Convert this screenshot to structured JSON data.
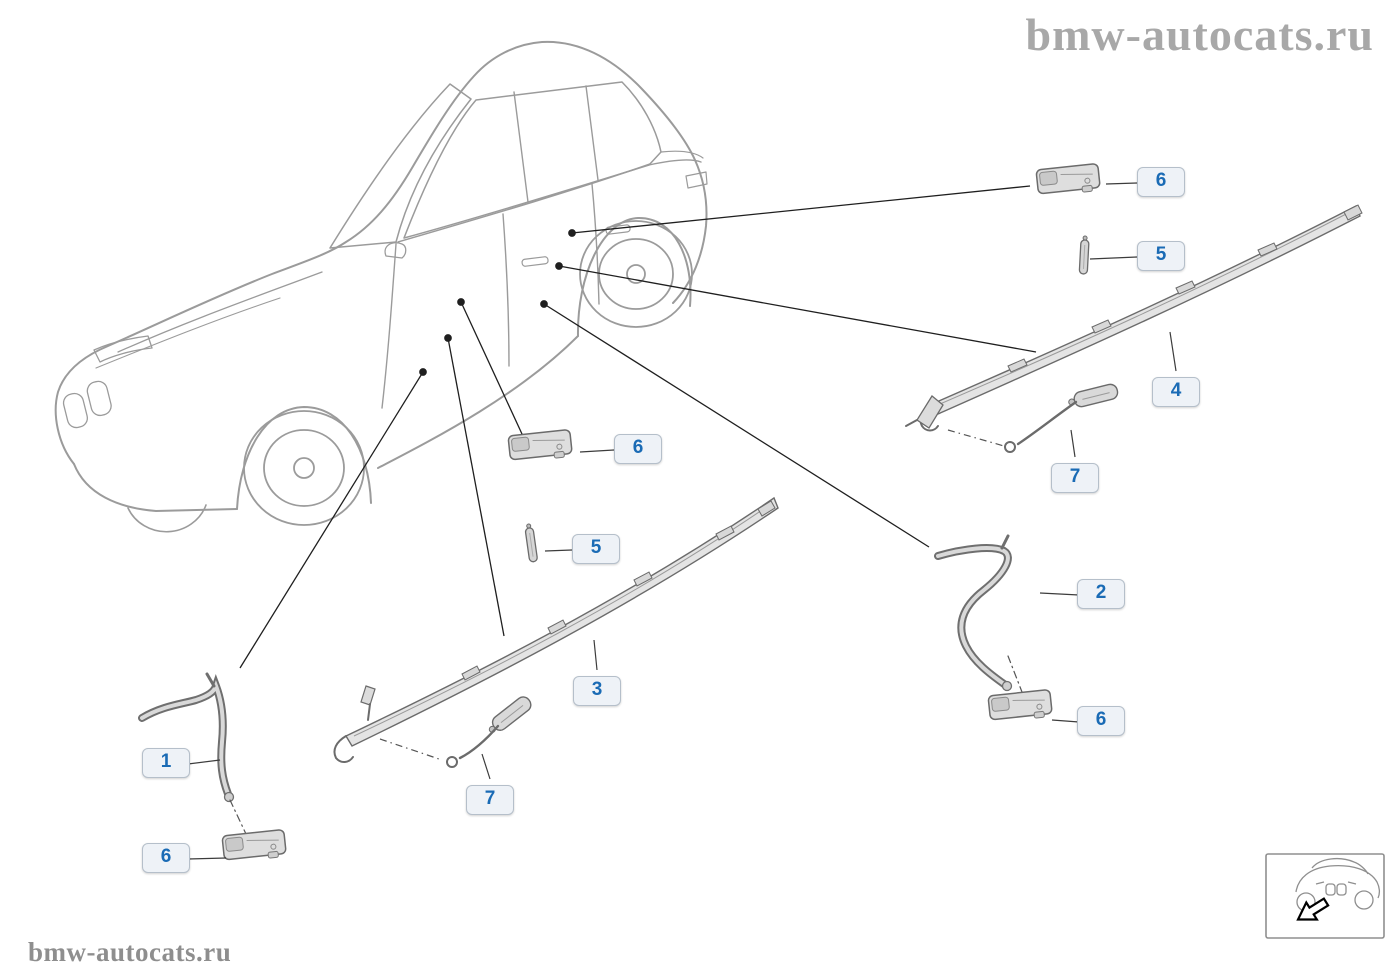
{
  "page": {
    "watermark_top": "bmw-autocats.ru",
    "watermark_bottom": "bmw-autocats.ru"
  },
  "callouts": [
    {
      "key": "part-1",
      "num": "1"
    },
    {
      "key": "part-6-bottom-left",
      "num": "6"
    },
    {
      "key": "part-7-bottom",
      "num": "7"
    },
    {
      "key": "part-3",
      "num": "3"
    },
    {
      "key": "part-5-middle",
      "num": "5"
    },
    {
      "key": "part-6-middle",
      "num": "6"
    },
    {
      "key": "part-2",
      "num": "2"
    },
    {
      "key": "part-6-bottom-right",
      "num": "6"
    },
    {
      "key": "part-4",
      "num": "4"
    },
    {
      "key": "part-7-right",
      "num": "7"
    },
    {
      "key": "part-5-top-right",
      "num": "5"
    },
    {
      "key": "part-6-top-right",
      "num": "6"
    }
  ],
  "colors": {
    "callout_text": "#1a6bb5",
    "callout_bg": "#eef2f7",
    "callout_border": "#b5bfca",
    "watermark": "#a8a8a8",
    "diagram_line": "#9b9b9b",
    "part_line": "#6b6b6b",
    "leader_line": "#1f1f1f"
  },
  "icons": {
    "thumbnail_arrow": "direction-arrow"
  }
}
